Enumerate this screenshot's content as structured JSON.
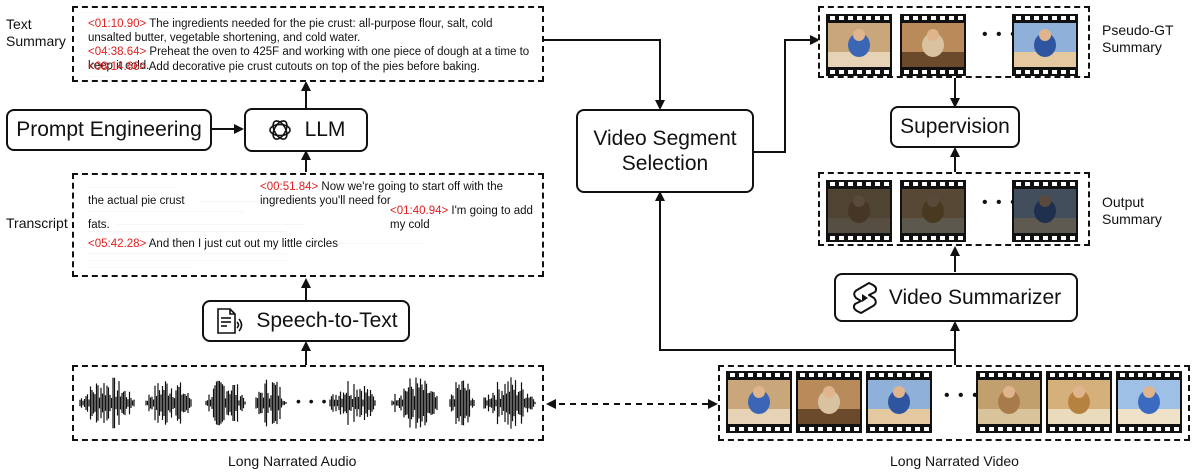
{
  "text_summary": {
    "label": "Text\nSummary",
    "lines": [
      {
        "time": "<01:10.90>",
        "text": "The ingredients needed for the pie crust: all-purpose flour, salt, cold unsalted butter, vegetable shortening,",
        "cont": "and cold water."
      },
      {
        "time": "<04:38.64>",
        "text": "Preheat the oven to 425F and working with one piece of dough at a time to keep it cold."
      },
      {
        "time": "<08:14.66>",
        "text": "Add decorative pie crust cutouts on top of the pies before baking."
      }
    ]
  },
  "prompt": {
    "label": "Prompt Engineering"
  },
  "llm": {
    "label": "LLM",
    "icon": "llm-icon"
  },
  "transcript": {
    "label": "Transcript",
    "lines": [
      {
        "time": "<00:51.84>",
        "text": "Now we're going to start off with the ingredients you'll need for",
        "cont": "the actual pie crust"
      },
      {
        "time": "<01:40.94>",
        "text": "I'm going to add my cold",
        "cont": "fats."
      },
      {
        "time": "<05:42.28>",
        "text": "And then I just cut out my little circles"
      }
    ]
  },
  "speech_to_text": {
    "label": "Speech-to-Text",
    "icon": "speech-document-icon"
  },
  "audio": {
    "label": "Long Narrated Audio",
    "ellipsis": "• • •"
  },
  "video_segment": {
    "label": "Video Segment\nSelection"
  },
  "pseudo_gt": {
    "label": "Pseudo-GT\nSummary",
    "ellipsis": "• • •"
  },
  "supervision": {
    "label": "Supervision"
  },
  "output_summary": {
    "label": "Output\nSummary",
    "ellipsis": "• • •"
  },
  "video_summarizer": {
    "label": "Video Summarizer",
    "icon": "summarizer-logo-icon"
  },
  "video": {
    "label": "Long Narrated Video",
    "ellipsis": "• • •"
  },
  "colors": {
    "timestamp": "#e02020",
    "line": "#111111"
  }
}
